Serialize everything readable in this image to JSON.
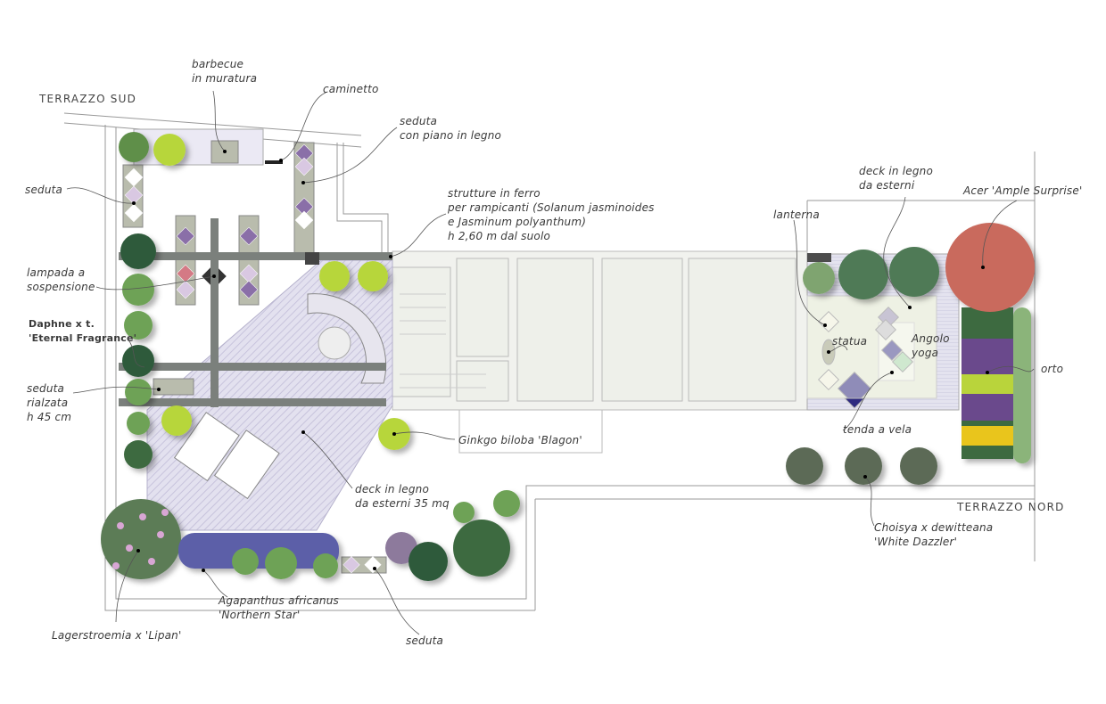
{
  "areas": {
    "south": "TERRAZZO SUD",
    "north": "TERRAZZO NORD"
  },
  "labels": {
    "barbecue": [
      "barbecue",
      "in muratura"
    ],
    "caminetto": "caminetto",
    "seduta_legno": [
      "seduta",
      "con piano in legno"
    ],
    "seduta_left": "seduta",
    "strutture": [
      "strutture in ferro",
      "per rampicanti (Solanum jasminoides",
      "e Jasminum polyanthum)",
      "h 2,60 m dal suolo"
    ],
    "lampada": [
      "lampada a",
      "sospensione"
    ],
    "daphne": [
      "Daphne x t.",
      "'Eternal Fragrance'"
    ],
    "seduta_rialzata": [
      "seduta",
      "rialzata",
      "h 45 cm"
    ],
    "ginkgo": "Ginkgo biloba 'Blagon'",
    "deck_south": [
      "deck in legno",
      "da esterni 35 mq"
    ],
    "lagerstroemia": "Lagerstroemia x 'Lipan'",
    "agapanthus": [
      "Agapanthus africanus",
      "'Northern Star'"
    ],
    "seduta_bottom": "seduta",
    "deck_north": [
      "deck in legno",
      "da esterni"
    ],
    "acer": "Acer 'Ample Surprise'",
    "lanterna": "lanterna",
    "statua": "statua",
    "angolo_yoga": [
      "Angolo",
      "yoga"
    ],
    "orto": "orto",
    "tenda": "tenda a vela",
    "choisya": [
      "Choisya x dewitteana",
      "'White Dazzler'"
    ]
  }
}
